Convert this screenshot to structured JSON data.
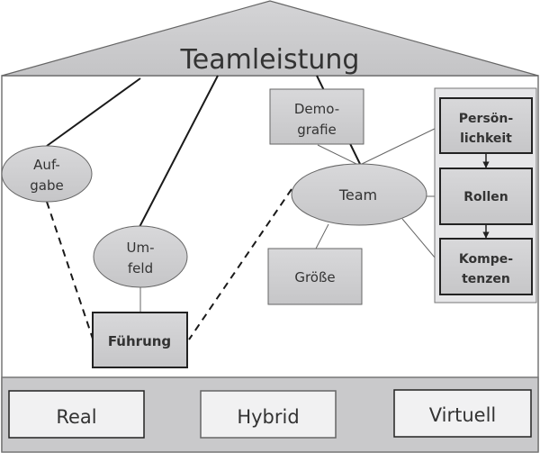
{
  "diagram": {
    "title": "Teamleistung",
    "nodes": {
      "aufgabe": {
        "lines": [
          "Auf-",
          "gabe"
        ],
        "shape": "ellipse"
      },
      "umfeld": {
        "lines": [
          "Um-",
          "feld"
        ],
        "shape": "ellipse"
      },
      "fuehrung": {
        "lines": [
          "Führung"
        ],
        "shape": "box-bold"
      },
      "demografie": {
        "lines": [
          "Demo-",
          "grafie"
        ],
        "shape": "box"
      },
      "team": {
        "lines": [
          "Team"
        ],
        "shape": "ellipse"
      },
      "groesse": {
        "lines": [
          "Größe"
        ],
        "shape": "box"
      },
      "persoenlichkeit": {
        "lines": [
          "Persön-",
          "lichkeit"
        ],
        "shape": "box-bold"
      },
      "rollen": {
        "lines": [
          "Rollen"
        ],
        "shape": "box-bold"
      },
      "kompetenzen": {
        "lines": [
          "Kompe-",
          "tenzen"
        ],
        "shape": "box-bold"
      }
    },
    "edges": [
      {
        "from": "title",
        "to": "aufgabe",
        "style": "solid"
      },
      {
        "from": "title",
        "to": "umfeld",
        "style": "solid"
      },
      {
        "from": "title",
        "to": "team",
        "style": "solid"
      },
      {
        "from": "aufgabe",
        "to": "fuehrung",
        "style": "dashed"
      },
      {
        "from": "umfeld",
        "to": "fuehrung",
        "style": "thin"
      },
      {
        "from": "team",
        "to": "fuehrung",
        "style": "dashed"
      },
      {
        "from": "demografie",
        "to": "team",
        "style": "thin"
      },
      {
        "from": "team",
        "to": "groesse",
        "style": "thin"
      },
      {
        "from": "team",
        "to": "persoenlichkeit",
        "style": "thin"
      },
      {
        "from": "team",
        "to": "rollen",
        "style": "thin"
      },
      {
        "from": "team",
        "to": "kompetenzen",
        "style": "thin"
      },
      {
        "from": "persoenlichkeit",
        "to": "rollen",
        "style": "arrow"
      },
      {
        "from": "rollen",
        "to": "kompetenzen",
        "style": "arrow"
      }
    ],
    "foundation": [
      "Real",
      "Hybrid",
      "Virtuell"
    ],
    "colors": {
      "fill": "#cfcfd1",
      "roof": "#c8c8ca",
      "foundation_bg": "#c9c9cb",
      "foundation_box": "#f1f1f2",
      "stroke": "#555555",
      "text": "#333333"
    }
  }
}
